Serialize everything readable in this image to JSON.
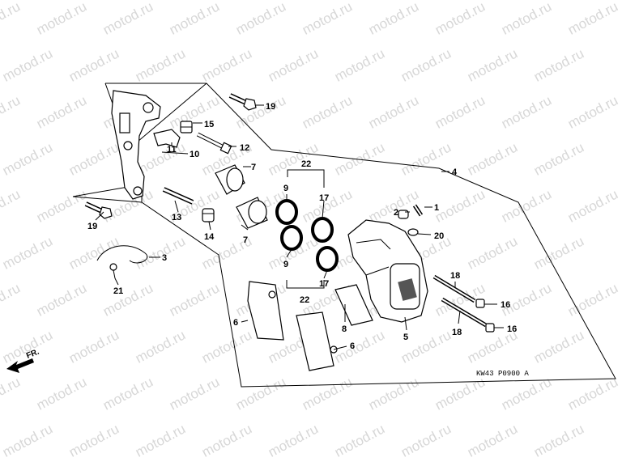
{
  "watermark": "motod.ru",
  "diagram_code": "KW43 P0900 A",
  "front_marker": "FR.",
  "parts": {
    "p1": "1",
    "p2": "2",
    "p3": "3",
    "p4": "4",
    "p5": "5",
    "p6a": "6",
    "p6b": "6",
    "p7a": "7",
    "p7b": "7",
    "p8": "8",
    "p9a": "9",
    "p9b": "9",
    "p10": "10",
    "p11": "11",
    "p12": "12",
    "p13": "13",
    "p14": "14",
    "p15": "15",
    "p16a": "16",
    "p16b": "16",
    "p17a": "17",
    "p17b": "17",
    "p18a": "18",
    "p18b": "18",
    "p19a": "19",
    "p19b": "19",
    "p20": "20",
    "p21": "21",
    "p22a": "22",
    "p22b": "22"
  }
}
